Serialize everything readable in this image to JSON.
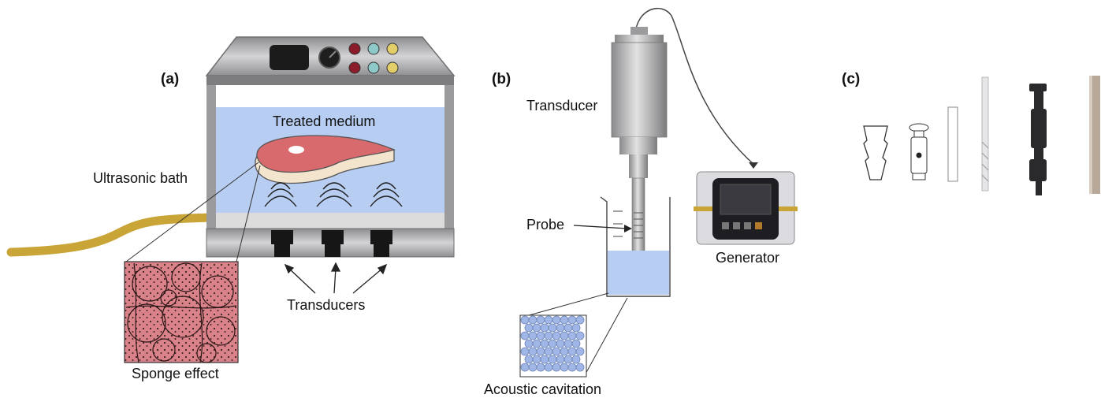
{
  "panels": {
    "a": {
      "label": "(a)",
      "treated_medium": "Treated medium",
      "ultrasonic_bath": "Ultrasonic bath",
      "transducers": "Transducers",
      "sponge_effect": "Sponge effect"
    },
    "b": {
      "label": "(b)",
      "transducer": "Transducer",
      "probe": "Probe",
      "generator": "Generator",
      "acoustic_cavitation": "Acoustic cavitation"
    },
    "c": {
      "label": "(c)"
    }
  },
  "colors": {
    "water": "#b7cdf2",
    "meat": "#d86a6e",
    "fat": "#f3e4cd",
    "steel": "#a9a9ab",
    "cable": "#c9a436",
    "sponge": "#d9828a",
    "bubble": "#9fb6e6"
  }
}
